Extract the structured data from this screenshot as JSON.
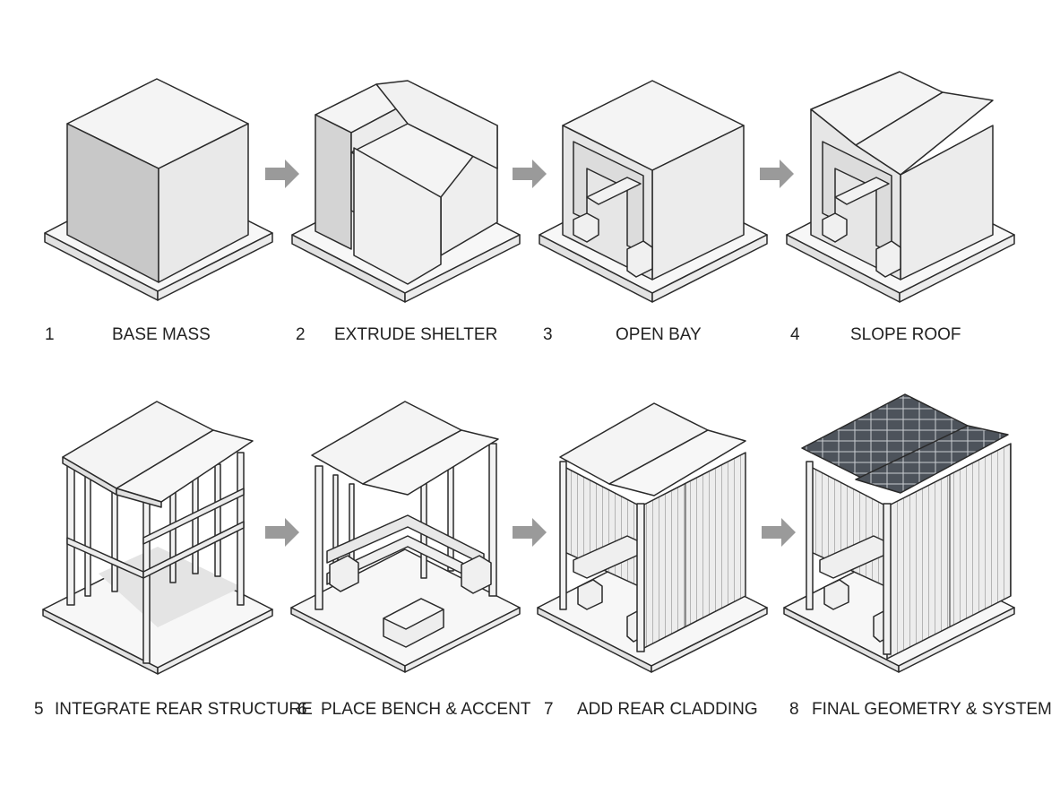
{
  "steps": [
    {
      "number": "1",
      "label": "BASE MASS"
    },
    {
      "number": "2",
      "label": "EXTRUDE SHELTER"
    },
    {
      "number": "3",
      "label": "OPEN BAY"
    },
    {
      "number": "4",
      "label": "SLOPE ROOF"
    },
    {
      "number": "5",
      "label": "INTEGRATE REAR STRUCTURE"
    },
    {
      "number": "6",
      "label": "PLACE BENCH & ACCENT"
    },
    {
      "number": "7",
      "label": "ADD REAR CLADDING"
    },
    {
      "number": "8",
      "label": "FINAL GEOMETRY & SYSTEM"
    }
  ],
  "colors": {
    "line": "#2a2a2a",
    "face_top": "#f4f4f4",
    "face_left": "#d6d6d6",
    "face_right": "#ececec",
    "base": "#f7f7f7",
    "arrow": "#9a9a9a",
    "panel": "#5a5f66"
  },
  "arrow_icon": "arrow-right-icon"
}
